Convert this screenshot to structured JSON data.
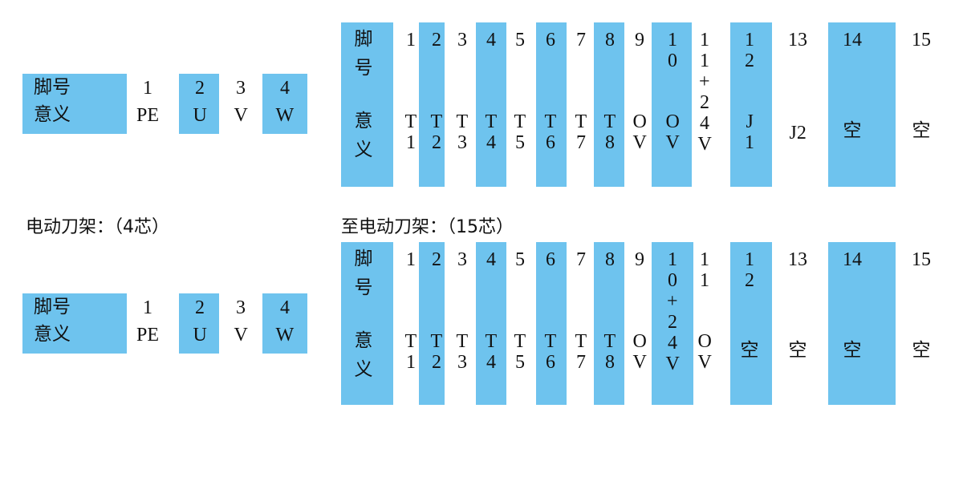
{
  "captions": {
    "left": "电动刀架：（4芯）",
    "right": "至电动刀架：（15芯）"
  },
  "labels": {
    "pin_row": [
      "脚",
      "号"
    ],
    "meaning_row": [
      "意",
      "义"
    ],
    "pin_inline": "脚号",
    "meaning_inline": "意义"
  },
  "small_table_top": {
    "pins": [
      "1",
      "2",
      "3",
      "4"
    ],
    "meanings": [
      "PE",
      "U",
      "V",
      "W"
    ]
  },
  "small_table_bottom": {
    "pins": [
      "1",
      "2",
      "3",
      "4"
    ],
    "meanings": [
      "PE",
      "U",
      "V",
      "W"
    ]
  },
  "big_table_top": {
    "pins": [
      [
        "1"
      ],
      [
        "2"
      ],
      [
        "3"
      ],
      [
        "4"
      ],
      [
        "5"
      ],
      [
        "6"
      ],
      [
        "7"
      ],
      [
        "8"
      ],
      [
        "9"
      ],
      [
        "1",
        "0"
      ],
      [
        "1",
        "1"
      ],
      [
        "1",
        "2"
      ],
      [
        "13"
      ],
      [
        "14"
      ],
      [
        "15"
      ]
    ],
    "meanings": [
      [
        "T",
        "1"
      ],
      [
        "T",
        "2"
      ],
      [
        "T",
        "3"
      ],
      [
        "T",
        "4"
      ],
      [
        "T",
        "5"
      ],
      [
        "T",
        "6"
      ],
      [
        "T",
        "7"
      ],
      [
        "T",
        "8"
      ],
      [
        "O",
        "V"
      ],
      [
        "O",
        "V"
      ],
      [
        "+",
        "2",
        "4",
        "V"
      ],
      [
        "J",
        "1"
      ],
      [
        "J2"
      ],
      [
        "空"
      ],
      [
        "空"
      ]
    ]
  },
  "big_table_bottom": {
    "pins": [
      [
        "1"
      ],
      [
        "2"
      ],
      [
        "3"
      ],
      [
        "4"
      ],
      [
        "5"
      ],
      [
        "6"
      ],
      [
        "7"
      ],
      [
        "8"
      ],
      [
        "9"
      ],
      [
        "1",
        "0",
        "+",
        "2",
        "4",
        "V"
      ],
      [
        "1",
        "1"
      ],
      [
        "1",
        "2"
      ],
      [
        "13"
      ],
      [
        "14"
      ],
      [
        "15"
      ]
    ],
    "meanings": [
      [
        "T",
        "1"
      ],
      [
        "T",
        "2"
      ],
      [
        "T",
        "3"
      ],
      [
        "T",
        "4"
      ],
      [
        "T",
        "5"
      ],
      [
        "T",
        "6"
      ],
      [
        "T",
        "7"
      ],
      [
        "T",
        "8"
      ],
      [
        "O",
        "V"
      ],
      [],
      [
        "O",
        "V"
      ],
      [
        "空"
      ],
      [
        "空"
      ],
      [
        "空"
      ],
      [
        "空"
      ]
    ]
  }
}
